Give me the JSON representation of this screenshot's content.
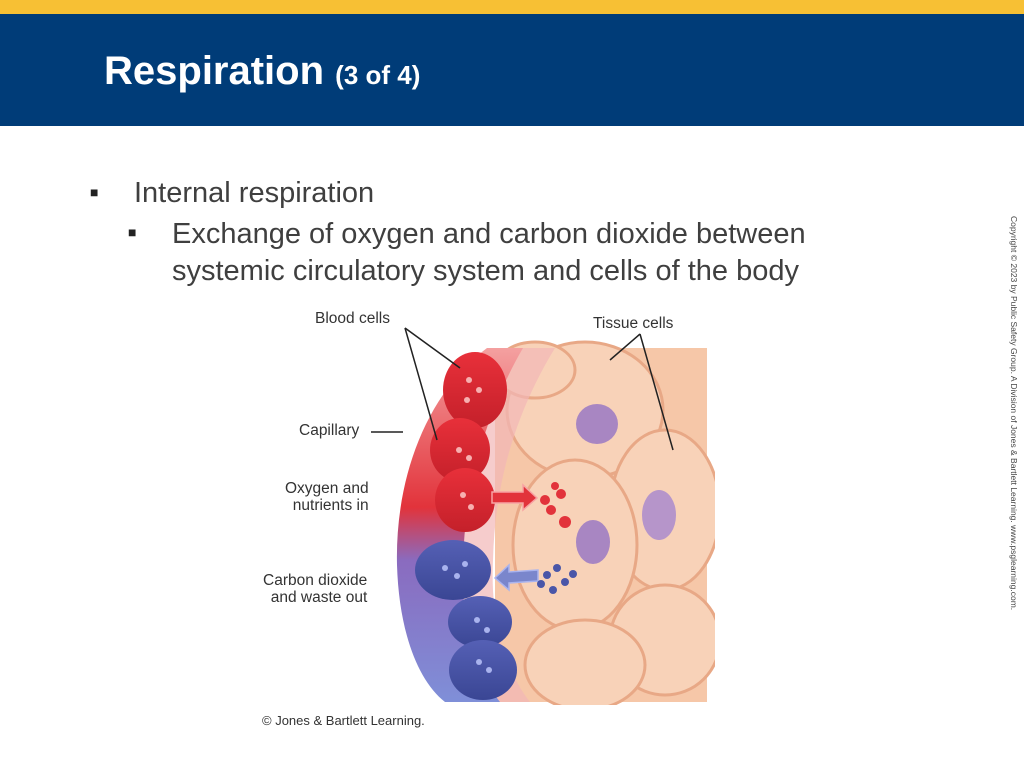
{
  "slide": {
    "title": "Respiration",
    "title_counter": "(3 of 4)",
    "bullet_1": "Internal respiration",
    "bullet_2": "Exchange of oxygen and carbon dioxide between systemic circulatory system and cells of the body",
    "side_copyright": "Copyright © 2023 by Public Safety Group. A Division of Jones & Bartlett Learning. www.psglearning.com.",
    "image_credit": "© Jones & Bartlett Learning."
  },
  "figure": {
    "labels": {
      "blood_cells": "Blood cells",
      "tissue_cells": "Tissue cells",
      "capillary": "Capillary",
      "oxygen_in_1": "Oxygen and",
      "oxygen_in_2": "nutrients in",
      "co2_out_1": "Carbon dioxide",
      "co2_out_2": "and waste out"
    }
  },
  "colors": {
    "header_blue": "#003c78",
    "stripe_gold": "#f7c034",
    "oxygen_red": "#e2333b",
    "co2_blue": "#4a56a8"
  }
}
